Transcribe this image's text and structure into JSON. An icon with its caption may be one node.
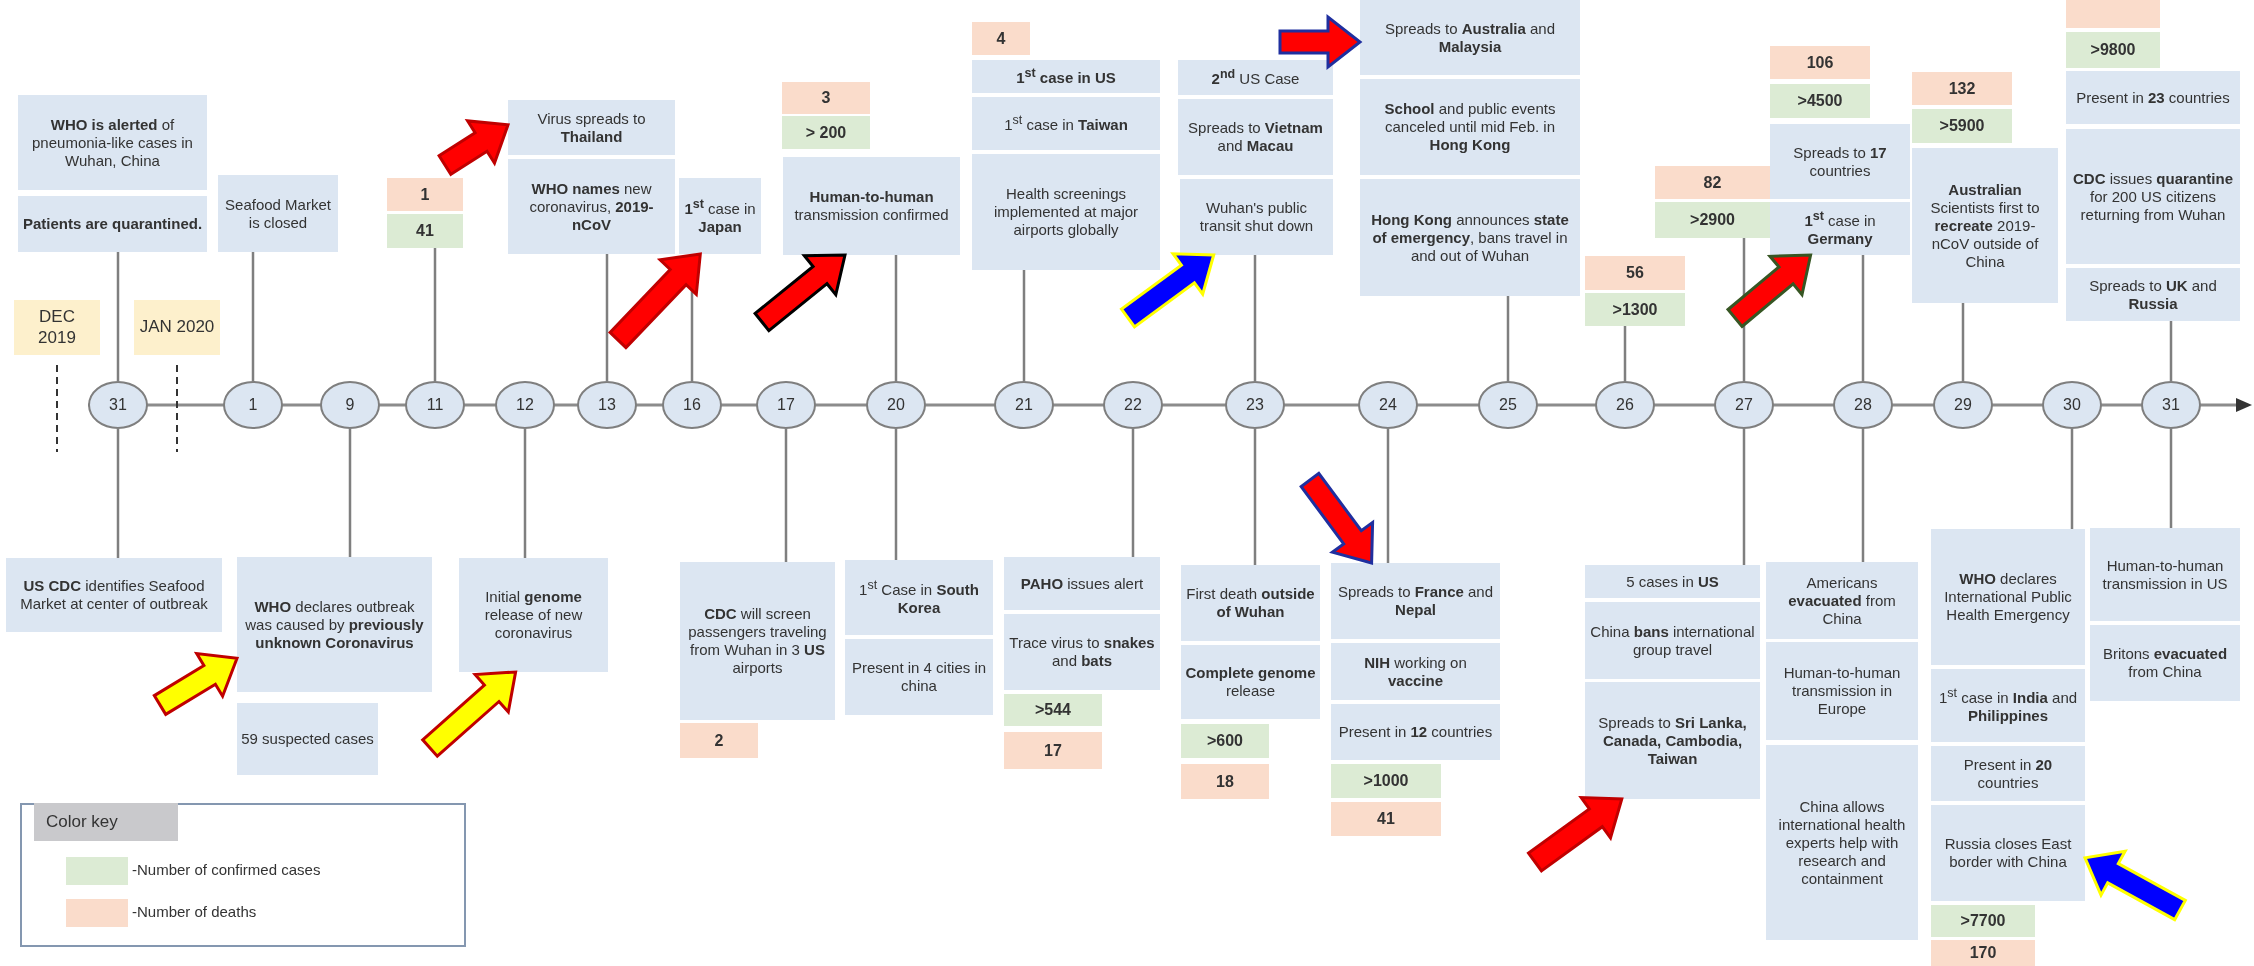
{
  "diagram": {
    "nodes": [
      {
        "text": [
          "DEC 2019"
        ]
      },
      {
        "text": [
          "JAN 2020"
        ]
      },
      {
        "text": [
          "**WHO is alerted** of pneumonia-like cases in Wuhan, China"
        ]
      },
      {
        "text": [
          "Patients are quarantined."
        ]
      },
      {
        "text": [
          "Seafood Market is closed"
        ]
      },
      {
        "text": [
          "1"
        ]
      },
      {
        "text": [
          "41"
        ]
      },
      {
        "text": [
          "Virus spreads to **Thailand**"
        ]
      },
      {
        "text": [
          "**WHO names** new coronavirus, **2019-nCoV**"
        ]
      },
      {
        "text": [
          "**1$^{st}$** case in **Japan**"
        ]
      },
      {
        "text": [
          "3"
        ]
      },
      {
        "text": [
          "> 200"
        ]
      },
      {
        "text": [
          "**Human-to-human** transmission confirmed"
        ]
      },
      {
        "text": [
          "4"
        ]
      },
      {
        "text": [
          "1$^{st}$ case in US"
        ]
      },
      {
        "text": [
          "1$^{st}$ case in **Taiwan**"
        ]
      },
      {
        "text": [
          "Health screenings implemented at major airports globally"
        ]
      },
      {
        "text": [
          "**2$^{nd}$** US Case"
        ]
      },
      {
        "text": [
          "Spreads to **Vietnam** and **Macau**"
        ]
      },
      {
        "text": [
          "Wuhan's public transit shut down"
        ]
      },
      {
        "text": [
          "Spreads to **Australia** and **Malaysia**"
        ]
      },
      {
        "text": [
          "**School** and public events canceled until mid Feb. in **Hong Kong**"
        ]
      },
      {
        "text": [
          "**Hong Kong** announces **state of emergency**, bans travel in and out of Wuhan"
        ]
      },
      {
        "text": [
          "56"
        ]
      },
      {
        "text": [
          ">1300"
        ]
      },
      {
        "text": [
          "82"
        ]
      },
      {
        "text": [
          ">2900"
        ]
      },
      {
        "text": [
          "106"
        ]
      },
      {
        "text": [
          ">4500"
        ]
      },
      {
        "text": [
          "Spreads to **17** countries"
        ]
      },
      {
        "text": [
          "**1$^{st}$** case in **Germany**"
        ]
      },
      {
        "text": [
          "132"
        ]
      },
      {
        "text": [
          ">5900"
        ]
      },
      {
        "text": [
          "**Australian** Scientists first to **recreate** 2019-nCoV outside of China"
        ]
      },
      {
        "text": [],
        "shape": "box"
      },
      {
        "text": [
          ">9800"
        ]
      },
      {
        "text": [
          "Present in **23** countries"
        ]
      },
      {
        "text": [
          "**CDC** issues **quarantine** for 200 US citizens returning from Wuhan"
        ]
      },
      {
        "text": [
          "Spreads to **UK** and **Russia**"
        ]
      },
      {
        "text": [
          "31"
        ]
      },
      {
        "text": [
          "1"
        ]
      },
      {
        "text": [
          "9"
        ]
      },
      {
        "text": [
          "11"
        ]
      },
      {
        "text": [
          "12"
        ]
      },
      {
        "text": [
          "13"
        ]
      },
      {
        "text": [
          "16"
        ]
      },
      {
        "text": [
          "17"
        ]
      },
      {
        "text": [
          "20"
        ]
      },
      {
        "text": [
          "21"
        ]
      },
      {
        "text": [
          "22"
        ]
      },
      {
        "text": [
          "23"
        ]
      },
      {
        "text": [
          "24"
        ]
      },
      {
        "text": [
          "25"
        ]
      },
      {
        "text": [
          "26"
        ]
      },
      {
        "text": [
          "27"
        ]
      },
      {
        "text": [
          "28"
        ]
      },
      {
        "text": [
          "29"
        ]
      },
      {
        "text": [
          "30"
        ]
      },
      {
        "text": [
          "31"
        ]
      },
      {
        "text": [
          "**US CDC** identifies Seafood Market at center of outbreak"
        ]
      },
      {
        "text": [
          "**WHO** declares outbreak was caused by **previously unknown Coronavirus**"
        ]
      },
      {
        "text": [
          "59 suspected cases"
        ]
      },
      {
        "text": [
          "Initial **genome** release of new coronavirus"
        ]
      },
      {
        "text": [
          "**CDC** will screen passengers traveling from Wuhan in 3 **US** airports"
        ]
      },
      {
        "text": [
          "2"
        ]
      },
      {
        "text": [
          "1$^{st}$ Case in **South Korea**"
        ]
      },
      {
        "text": [
          "Present in 4 cities in china"
        ]
      },
      {
        "text": [
          "**PAHO** issues alert"
        ]
      },
      {
        "text": [
          "Trace virus to **snakes** and **bats**"
        ]
      },
      {
        "text": [
          ">544"
        ]
      },
      {
        "text": [
          "17"
        ]
      },
      {
        "text": [
          "First death **outside of Wuhan**"
        ]
      },
      {
        "text": [
          "**Complete genome** release"
        ]
      },
      {
        "text": [
          ">600"
        ]
      },
      {
        "text": [
          "18"
        ]
      },
      {
        "text": [
          "Spreads to **France** and **Nepal**"
        ]
      },
      {
        "text": [
          "**NIH** working on **vaccine**"
        ]
      },
      {
        "text": [
          "Present in **12** countries"
        ]
      },
      {
        "text": [
          ">1000"
        ]
      },
      {
        "text": [
          "41"
        ]
      },
      {
        "text": [
          "5 cases in **US**"
        ]
      },
      {
        "text": [
          "China **bans** international group travel"
        ]
      },
      {
        "text": [
          "Spreads to **Sri Lanka, Canada, Cambodia, Taiwan**"
        ]
      },
      {
        "text": [
          "Americans **evacuated** from China"
        ]
      },
      {
        "text": [
          "Human-to-human transmission in Europe"
        ]
      },
      {
        "text": [
          "China allows international health experts help with research and containment"
        ]
      },
      {
        "text": [
          "**WHO** declares International Public Health Emergency"
        ]
      },
      {
        "text": [
          "1$^{st}$ case in **India** and **Philippines**"
        ]
      },
      {
        "text": [
          "Present in **20** countries"
        ]
      },
      {
        "text": [
          "Russia closes East border with China"
        ]
      },
      {
        "text": [
          ">7700"
        ]
      },
      {
        "text": [
          "170"
        ]
      },
      {
        "text": [
          "Human-to-human transmission in US"
        ]
      },
      {
        "text": [
          "Britons **evacuated** from China"
        ]
      }
    ],
    "edges": [
      {
        "from": 39,
        "to": 3,
        "arrow": "none"
      },
      {
        "from": 40,
        "to": 4,
        "arrow": "none"
      },
      {
        "from": 42,
        "to": 6,
        "arrow": "none"
      },
      {
        "from": 44,
        "to": 8,
        "arrow": "none"
      },
      {
        "from": 45,
        "to": 9,
        "arrow": "none"
      },
      {
        "from": 47,
        "to": 12,
        "arrow": "none"
      },
      {
        "from": 48,
        "to": 16,
        "arrow": "none"
      },
      {
        "from": 50,
        "to": 19,
        "arrow": "none"
      },
      {
        "from": 52,
        "to": 22,
        "arrow": "none"
      },
      {
        "from": 53,
        "to": 24,
        "arrow": "none"
      },
      {
        "from": 54,
        "to": 26,
        "arrow": "none"
      },
      {
        "from": 55,
        "to": 30,
        "arrow": "none"
      },
      {
        "from": 56,
        "to": 33,
        "arrow": "none"
      },
      {
        "from": 58,
        "to": 38,
        "arrow": "none"
      },
      {
        "from": 39,
        "to": 59,
        "arrow": "none"
      },
      {
        "from": 41,
        "to": 60,
        "arrow": "none"
      },
      {
        "from": 43,
        "to": 62,
        "arrow": "none"
      },
      {
        "from": 46,
        "to": 63,
        "arrow": "none"
      },
      {
        "from": 47,
        "to": 65,
        "arrow": "none"
      },
      {
        "from": 49,
        "to": 67,
        "arrow": "none"
      },
      {
        "from": 50,
        "to": 71,
        "arrow": "none"
      },
      {
        "from": 51,
        "to": 75,
        "arrow": "none"
      },
      {
        "from": 54,
        "to": 80,
        "arrow": "none"
      },
      {
        "from": 55,
        "to": 83,
        "arrow": "none"
      },
      {
        "from": 57,
        "to": 86,
        "arrow": "none"
      },
      {
        "from": 58,
        "to": 92,
        "arrow": "none"
      },
      {
        "from": null,
        "to": 7,
        "arrow": "to",
        "style": "thick",
        "color": "#ff0000"
      },
      {
        "from": null,
        "to": 9,
        "arrow": "to",
        "style": "thick",
        "color": "#ff0000"
      },
      {
        "from": null,
        "to": 12,
        "arrow": "to",
        "style": "thick",
        "color": "#ff0000"
      },
      {
        "from": null,
        "to": 20,
        "arrow": "to",
        "style": "thick",
        "color": "#ff0000"
      },
      {
        "from": null,
        "to": 19,
        "arrow": "to",
        "style": "thick",
        "color": "#0000ff"
      },
      {
        "from": null,
        "to": 30,
        "arrow": "to",
        "style": "thick",
        "color": "#ff0000"
      },
      {
        "from": null,
        "to": 60,
        "arrow": "to",
        "style": "thick",
        "color": "#ffff00"
      },
      {
        "from": null,
        "to": 62,
        "arrow": "to",
        "style": "thick",
        "color": "#ffff00"
      },
      {
        "from": null,
        "to": 75,
        "arrow": "to",
        "style": "thick",
        "color": "#ff0000"
      },
      {
        "from": null,
        "to": 82,
        "arrow": "to",
        "style": "thick",
        "color": "#ff0000"
      },
      {
        "from": null,
        "to": 89,
        "arrow": "to",
        "style": "thick",
        "color": "#0000ff"
      }
    ],
    "labels": [
      "Color key"
    ],
    "legend": [
      {
        "text": "-Number of confirmed cases",
        "color": "#dcebd4"
      },
      {
        "text": "-Number of deaths",
        "color": "#fadccb"
      }
    ]
  }
}
